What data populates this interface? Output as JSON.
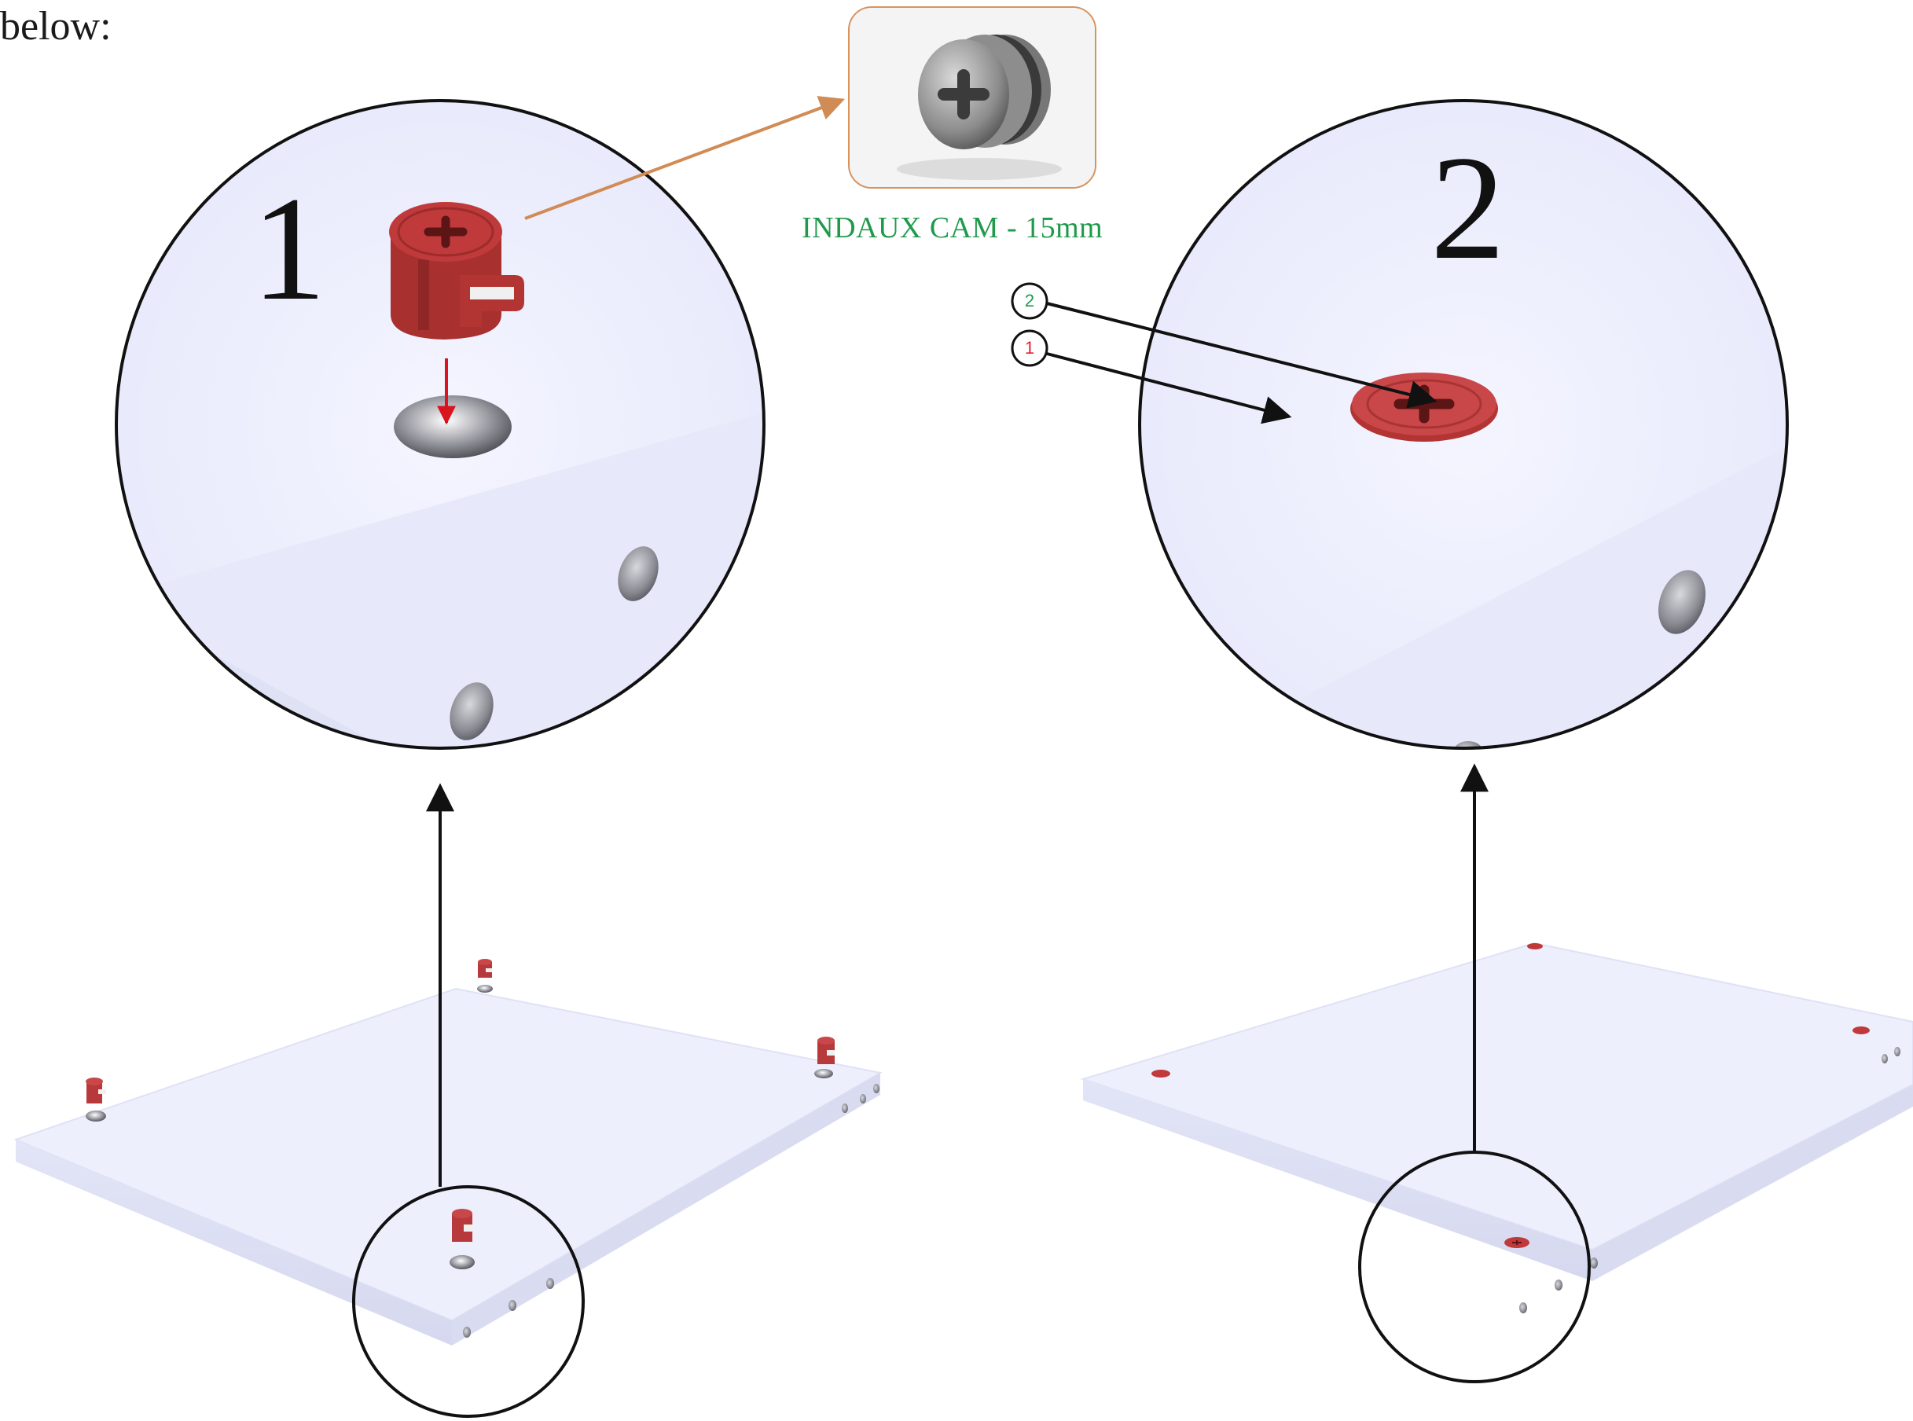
{
  "intro_text": "below:",
  "step_labels": [
    "1",
    "2"
  ],
  "reference_part": {
    "caption": "INDAUX CAM - 15mm",
    "caption_color": "#1f9a4b",
    "border_color": "#d7935e"
  },
  "callouts": [
    {
      "number": "2",
      "color": "#1f9a4b"
    },
    {
      "number": "1",
      "color": "#e0202f"
    }
  ],
  "colors": {
    "panel": "#eceefd",
    "cam": "#c0393b",
    "arrow_red": "#d9141e",
    "leader_orange": "#d18b55",
    "outline": "#111111"
  },
  "icons": [
    "cam-lock-icon",
    "down-arrow-icon",
    "zoom-circle-icon"
  ]
}
